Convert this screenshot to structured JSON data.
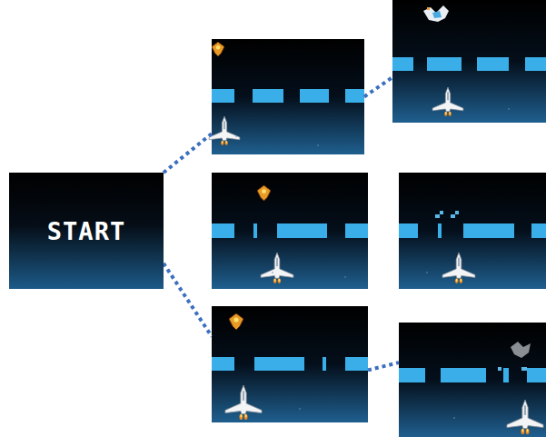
{
  "diagram": {
    "nodes": [
      {
        "text": [
          "START"
        ]
      },
      {
        "text": []
      },
      {
        "text": []
      },
      {
        "text": []
      },
      {
        "text": []
      },
      {
        "text": []
      },
      {
        "text": []
      }
    ],
    "edges": [
      {
        "from": 0,
        "to": 1,
        "arrow": "none"
      },
      {
        "from": 0,
        "to": 5,
        "arrow": "none"
      },
      {
        "from": 1,
        "to": 2,
        "arrow": "none"
      },
      {
        "from": 5,
        "to": 6,
        "arrow": "none"
      }
    ]
  }
}
